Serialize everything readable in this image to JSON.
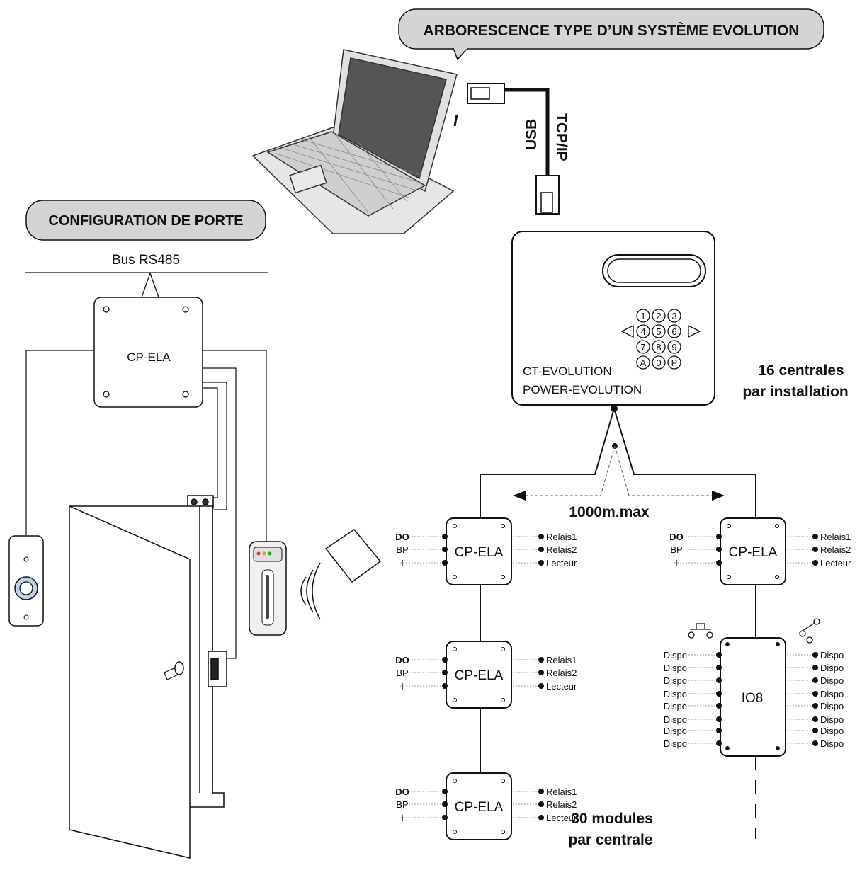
{
  "title_arborescence": "ARBORESCENCE TYPE D’UN SYSTÈME EVOLUTION",
  "title_configuration": "CONFIGURATION DE PORTE",
  "bus_label": "Bus RS485",
  "cable_labels": {
    "usb": "USB",
    "tcpip": "TCP/IP"
  },
  "door_module_label": "CP-ELA",
  "central": {
    "line1": "CT-EVOLUTION",
    "line2": "POWER-EVOLUTION",
    "keys": [
      "1",
      "2",
      "3",
      "4",
      "5",
      "6",
      "7",
      "8",
      "9",
      "A",
      "0",
      "P"
    ]
  },
  "centrales_note": {
    "line1": "16 centrales",
    "line2": "par installation"
  },
  "distance_label": "1000m.max",
  "modules_note": {
    "line1": "30 modules",
    "line2": "par centrale"
  },
  "cp_module": {
    "label": "CP-ELA",
    "inputs": [
      "DO",
      "BP",
      "I"
    ],
    "outputs": [
      "Relais1",
      "Relais2",
      "Lecteur"
    ]
  },
  "io8": {
    "label": "IO8",
    "left": [
      "Dispo",
      "Dispo",
      "Dispo",
      "Dispo",
      "Dispo",
      "Dispo",
      "Dispo",
      "Dispo"
    ],
    "right": [
      "Dispo",
      "Dispo",
      "Dispo",
      "Dispo",
      "Dispo",
      "Dispo",
      "Dispo",
      "Dispo"
    ]
  }
}
